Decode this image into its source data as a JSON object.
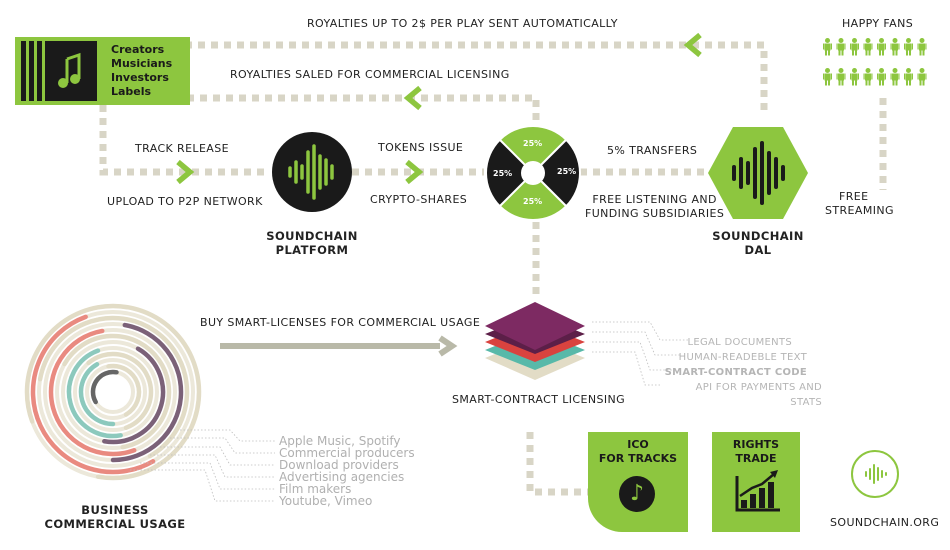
{
  "top_arrow_label": "ROYALTIES UP TO 2$ PER PLAY SENT AUTOMATICALLY",
  "second_arrow_label": "ROYALTIES SALED FOR COMMERCIAL LICENSING",
  "creators_box": {
    "lines": [
      "Creators",
      "Musicians",
      "Investors",
      "Labels"
    ]
  },
  "happy_fans": "HAPPY FANS",
  "track_release": "TRACK RELEASE",
  "upload_p2p": "UPLOAD TO P2P NETWORK",
  "platform": {
    "line1": "SOUNDCHAIN",
    "line2": "PLATFORM"
  },
  "tokens_issue": "TOKENS ISSUE",
  "crypto_shares": "CRYPTO-SHARES",
  "pie": {
    "slices": [
      "25%",
      "25%",
      "25%",
      "25%"
    ]
  },
  "transfers": "5% TRANSFERS",
  "free_listening": {
    "line1": "FREE LISTENING AND",
    "line2": "FUNDING SUBSIDIARIES"
  },
  "dal": {
    "line1": "SOUNDCHAIN",
    "line2": "DAL"
  },
  "free_streaming": {
    "line1": "FREE",
    "line2": "STREAMING"
  },
  "buy_licenses": "BUY SMART-LICENSES FOR COMMERCIAL USAGE",
  "smart_contract_licensing": "SMART-CONTRACT LICENSING",
  "license_layers": [
    "LEGAL DOCUMENTS",
    "HUMAN-READEBLE TEXT",
    "SMART-CONTRACT CODE",
    "API  FOR PAYMENTS AND STATS"
  ],
  "business_list": [
    "Apple Music, Spotify",
    "Commercial producers",
    "Download providers",
    "Advertising agencies",
    "Film makers",
    "Youtube, Vimeo"
  ],
  "business": {
    "line1": "BUSINESS",
    "line2": "COMMERCIAL USAGE"
  },
  "ico": {
    "line1": "ICO",
    "line2": "FOR TRACKS"
  },
  "rights": {
    "line1": "RIGHTS",
    "line2": "TRADE"
  },
  "website": "SOUNDCHAIN.ORG",
  "colors": {
    "green": "#8dc63f",
    "dark": "#1a1a1a",
    "dots": "#d8d5c6",
    "purple": "#7d2a62",
    "red": "#d9433f",
    "teal": "#58b9a9",
    "beige": "#e2dcc6"
  }
}
